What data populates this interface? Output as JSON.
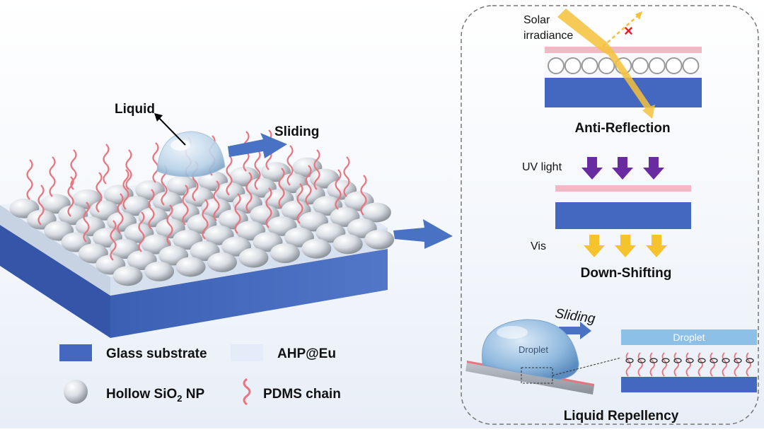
{
  "left": {
    "liquid_label": "Liquid",
    "sliding_label": "Sliding"
  },
  "legend": {
    "glass": "Glass substrate",
    "ahp": "AHP@Eu",
    "hollow_prefix": "Hollow SiO",
    "hollow_sub": "2",
    "hollow_suffix": " NP",
    "pdms": "PDMS chain"
  },
  "panel": {
    "solar_line1": "Solar",
    "solar_line2": "irradiance",
    "anti_reflection": "Anti-Reflection",
    "uv_light": "UV light",
    "vis": "Vis",
    "down_shifting": "Down-Shifting",
    "sliding": "Sliding",
    "droplet_drop": "Droplet",
    "droplet_bar": "Droplet",
    "liquid_repellency": "Liquid Repellency"
  },
  "colors": {
    "glass_blue": "#4468c0",
    "pdms_pink": "#e8747e",
    "arrow_blue": "#4a72c4",
    "solar_yellow": "#f5c13a",
    "uv_purple": "#6a2aa0",
    "vis_yellow": "#f5c42c",
    "coating_pink": "#f4b8c4",
    "cross_red": "#e02020"
  }
}
